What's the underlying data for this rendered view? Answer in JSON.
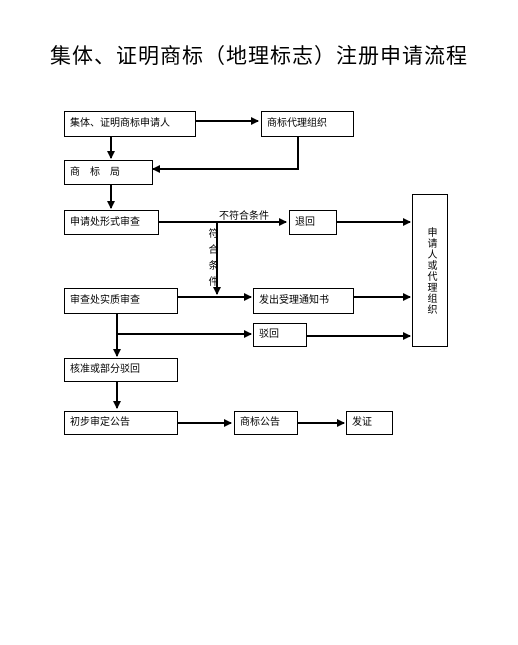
{
  "title": "集体、证明商标（地理标志）注册申请流程",
  "nodes": {
    "applicant": "集体、证明商标申请人",
    "agency": "商标代理组织",
    "trademark_office": "商　标　局",
    "formal_exam": "申请处形式审查",
    "return": "退回",
    "applicant_or_agency": "申请人或代理组织",
    "substantive_exam": "审查处实质审查",
    "acceptance_notice": "发出受理通知书",
    "rejection": "驳回",
    "approve_or_partial_reject": "核准或部分驳回",
    "preliminary_announcement": "初步审定公告",
    "trademark_announcement": "商标公告",
    "certificate": "发证"
  },
  "edge_labels": {
    "not_compliant": "不符合条件",
    "compliant": "符合条件"
  }
}
